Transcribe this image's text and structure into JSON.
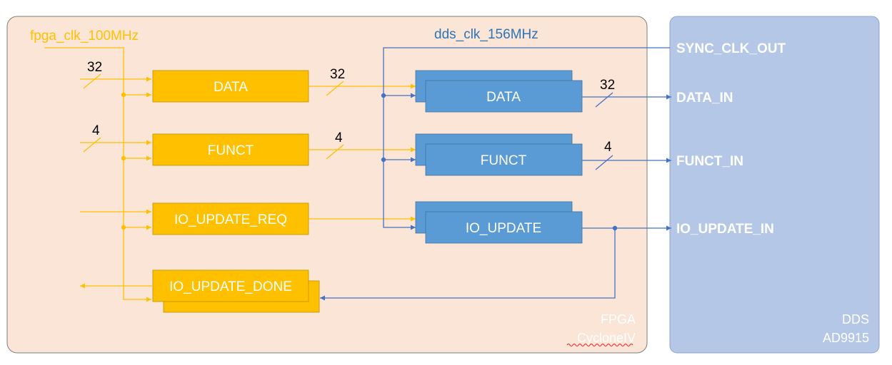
{
  "clocks": {
    "fpga_clk": "fpga_clk_100MHz",
    "dds_clk": "dds_clk_156MHz"
  },
  "fpga_blocks": {
    "data": "DATA",
    "funct": "FUNCT",
    "io_update_req": "IO_UPDATE_REQ",
    "io_update_done": "IO_UPDATE_DONE"
  },
  "dds_blocks": {
    "data": "DATA",
    "funct": "FUNCT",
    "io_update": "IO_UPDATE"
  },
  "bus_widths": {
    "data_in": "32",
    "data_cross": "32",
    "data_out": "32",
    "funct_in": "4",
    "funct_cross": "4",
    "funct_out": "4"
  },
  "dds_pins": {
    "sync_clk_out": "SYNC_CLK_OUT",
    "data_in": "DATA_IN",
    "funct_in": "FUNCT_IN",
    "io_update_in": "IO_UPDATE_IN"
  },
  "fpga_container": {
    "name": "FPGA",
    "part": "CycloneIV"
  },
  "dds_container": {
    "name": "DDS",
    "part": "AD9915"
  },
  "colors": {
    "fpga_bg": "#fbe5d6",
    "fpga_border": "#7f7f7f",
    "dds_bg": "#b4c7e7",
    "dds_border": "#8fa6cf",
    "orange": "#ffc000",
    "orange_line": "#ffc000",
    "orange_text": "#ffc000",
    "blue_block": "#5b9bd5",
    "blue_line": "#4472c4",
    "blue_text": "#2e75b6",
    "container_text": "#ffffff"
  }
}
